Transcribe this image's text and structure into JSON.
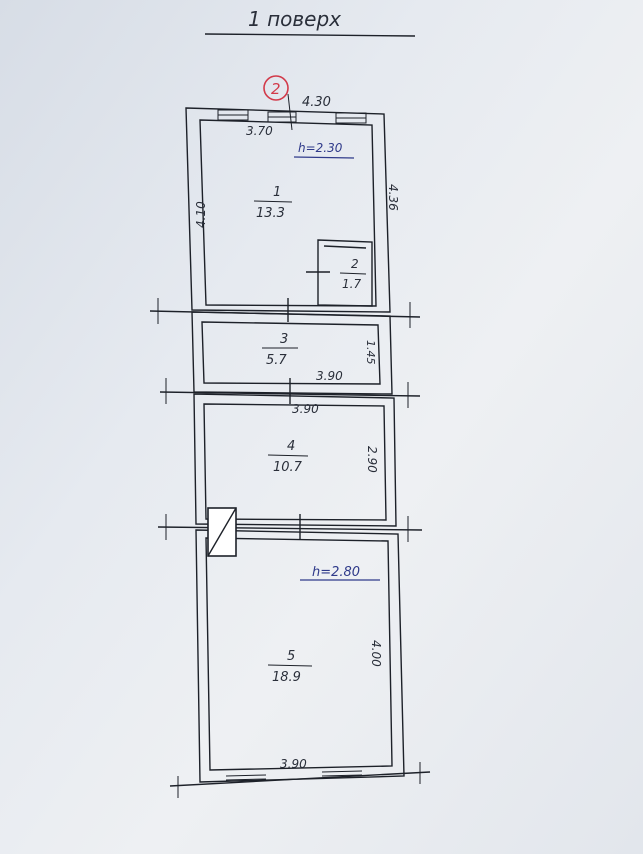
{
  "header": {
    "title": "1 поверх"
  },
  "marker": {
    "label": "2",
    "color": "#d23a4a"
  },
  "dimensions": {
    "top_outer": "4.30",
    "top_inner": "3.70",
    "height_upper": "h=2.30",
    "room1_left": "4.10",
    "right_upper": "4.36",
    "room3_right": "1.45",
    "room3_bottom": "3.90",
    "room4_top": "3.90",
    "room4_right": "2.90",
    "height_lower": "h=2.80",
    "room5_right": "4.00",
    "bottom": "3.90"
  },
  "rooms": [
    {
      "number": "1",
      "area": "13.3"
    },
    {
      "number": "2",
      "area": "1.7"
    },
    {
      "number": "3",
      "area": "5.7"
    },
    {
      "number": "4",
      "area": "10.7"
    },
    {
      "number": "5",
      "area": "18.9"
    }
  ],
  "colors": {
    "ink": "#1d2129",
    "blue_ink": "#2f3a8a",
    "marker": "#d23a4a"
  }
}
